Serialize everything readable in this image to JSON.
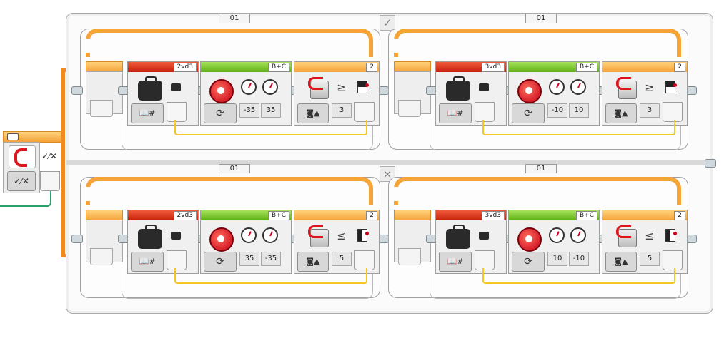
{
  "switch": {
    "case_tabs": [
      "01",
      "01",
      "01",
      "01"
    ],
    "true_icon": "✓",
    "false_icon": "×",
    "mode_glyph": "✓⁄✕",
    "colors": {
      "flow_orange": "#f28a1f",
      "wire_yellow": "#f3c623",
      "wire_green": "#2aa06b"
    }
  },
  "loops": [
    {
      "port_label": "2vd3",
      "motor_ports": "B+C",
      "motor_steering": "-35",
      "motor_power": "35",
      "sensor_port": "2",
      "compare_op": "≥",
      "threshold": "3"
    },
    {
      "port_label": "3vd3",
      "motor_ports": "B+C",
      "motor_steering": "-10",
      "motor_power": "10",
      "sensor_port": "2",
      "compare_op": "≥",
      "threshold": "3"
    },
    {
      "port_label": "2vd3",
      "motor_ports": "B+C",
      "motor_steering": "35",
      "motor_power": "-35",
      "sensor_port": "2",
      "compare_op": "≤",
      "threshold": "5"
    },
    {
      "port_label": "3vd3",
      "motor_ports": "B+C",
      "motor_steering": "10",
      "motor_power": "-10",
      "sensor_port": "2",
      "compare_op": "≤",
      "threshold": "5"
    }
  ],
  "glyphs": {
    "book_hash": "📖#",
    "rotate": "⟳",
    "mode_icon": "◙▲"
  }
}
